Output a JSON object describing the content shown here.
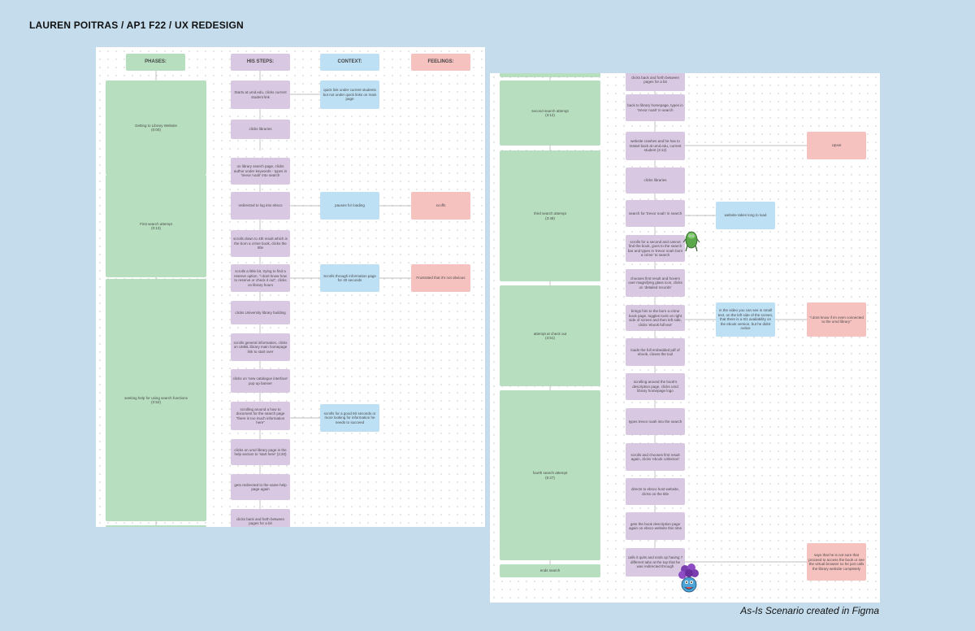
{
  "page": {
    "title": "LAUREN POITRAS / AP1 F22 / UX REDESIGN",
    "caption": "As-Is Scenario created in Figma"
  },
  "board1": {
    "headers": {
      "phases": "PHASES:",
      "steps": "HIS STEPS:",
      "context": "CONTEXT:",
      "feelings": "FEELINGS:"
    },
    "phases": [
      {
        "label": "Getting to Library Website\n(0:00)"
      },
      {
        "label": "First search attempt\n(0:13)"
      },
      {
        "label": "seeking help for using search functions\n(0:52)"
      },
      {
        "label": ""
      }
    ],
    "steps": [
      "Starts at umd.edu, clicks current student link",
      "clicks libraries",
      "on library search page, clicks author under keywords - types in 'trevor noah' into search",
      "redirected to log into ebsco",
      "scrolls down to 4th result which is the born a crime book, clicks the title",
      "scrolls a little bit, trying to find a reserve option. \"i dont know how to reserve or check it out\", clicks on library hours",
      "clicks University library building",
      "scrolls general information, clicks on UMBL library main homepage link to start over",
      "clicks on 'new catalogue interface' pop up banner",
      "scrolling around a how to document for the search page \"there is too much information here\"",
      "clicks on umd library page in the help section to 'start here' (2:20)",
      "gets redirected to the same help page again",
      "clicks back and forth between pages for a bit"
    ],
    "context": [
      "quick link under current students but not under quick links on main page",
      "pauses for loading",
      "Scrolls through information page for 40 seconds",
      "scrolls for a good 60 seconds or more looking for information he needs to succeed"
    ],
    "feelings": [
      "scoffs",
      "Frustrated that it's not obvious"
    ]
  },
  "board2": {
    "phases": [
      {
        "label": ""
      },
      {
        "label": "second search attempt\n(3:12)"
      },
      {
        "label": "third search attempt\n(3:48)"
      },
      {
        "label": "attempt at check out\n(4:51)"
      },
      {
        "label": "fourth search attempt\n(5:27)"
      },
      {
        "label": "ends search"
      }
    ],
    "steps": [
      "clicks back and forth between pages for a bit",
      "back to library homepage, types in 'trevor noah' in search",
      "website crashes and he has to restart back at umd.edu, current student (3:12)",
      "clicks libraries",
      "search for 'trevor noah' in search",
      "scrolls for a second and cannot find the book, goes to the search bar and types in 'trevor noah born a crime' to search",
      "chooses first result and hovers over magnifying glass icon, clicks on 'detailed records'",
      "brings him to the born a crime book page, toggles tools on right side of screen and then left side, clicks 'ebook full text'",
      "loads the full embedded pdf of ebook, closes the tool",
      "scrolling around the book's description page, clicks umd library homepage logo",
      "types trevor noah into the search",
      "scrolls and chooses first result again, clicks 'ebook collection'",
      "directs to ebsco host website, clicks on the title",
      "gets the book description page again on ebsco website this time",
      "calls it quits and ends up having 7 different tabs at the top that he was redirected through"
    ],
    "context": [
      "website takes long to load",
      "in the video you can see in small text, on the left side of the screen, that there is a 0/1 availability on the ebook version, but he didnt notice"
    ],
    "feelings": [
      "Upset",
      "\"i dont know if im even connected to the umd library\"",
      "says that he is not sure that proceed to access the book or see the virtual browser so he just calls the library website completely"
    ]
  },
  "colors": {
    "background": "#c4dcec",
    "phase": "#b7dfbf",
    "step": "#d9c8e2",
    "context": "#bde0f5",
    "feeling": "#f6c2c0"
  },
  "icons": [
    "green-monster-sticker-icon",
    "purple-flower-monster-sticker-icon"
  ]
}
